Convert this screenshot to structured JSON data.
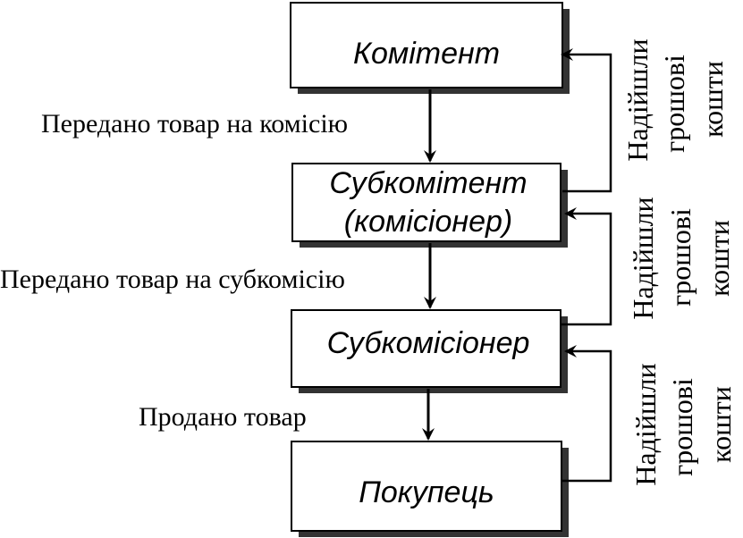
{
  "boxes": {
    "committent": "Комітент",
    "subcommittent_line1": "Субкомітент",
    "subcommittent_line2": "(комісіонер)",
    "subcommissioner": "Субкомісіонер",
    "buyer": "Покупець"
  },
  "flow_labels": {
    "to_commission": "Передано товар на комісію",
    "to_subcommission": "Передано товар на субкомісію",
    "sold": "Продано товар"
  },
  "money_labels": {
    "top": [
      "Надійшли",
      "грошові",
      "кошти"
    ],
    "middle": [
      "Надійшли",
      "грошові",
      "кошти"
    ],
    "bottom": [
      "Надійшли",
      "грошові",
      "кошти"
    ]
  }
}
